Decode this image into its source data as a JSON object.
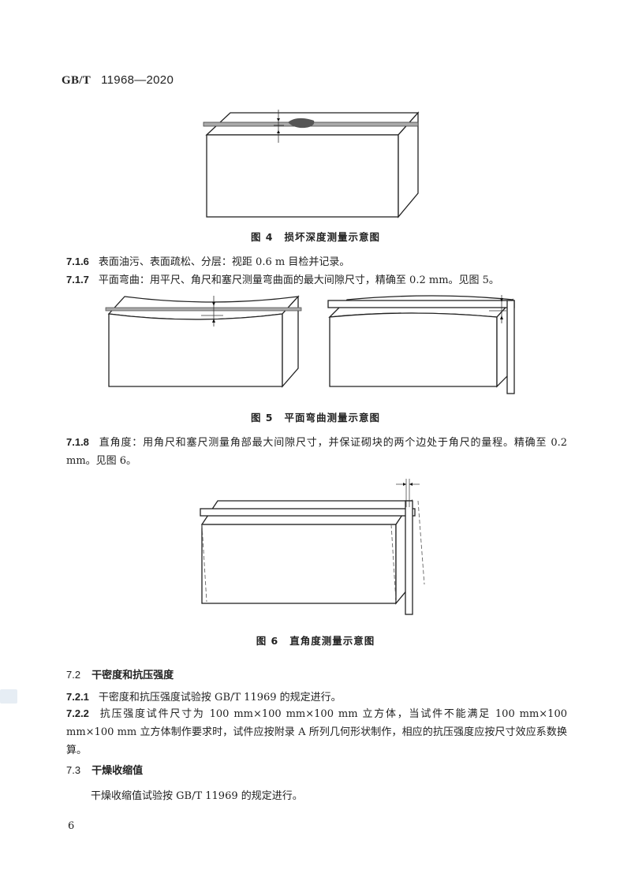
{
  "header": {
    "standard_prefix": "GB/T",
    "standard_number": "11968—2020"
  },
  "figures": [
    {
      "id": "fig4",
      "number": "图 4",
      "title": "损坏深度测量示意图"
    },
    {
      "id": "fig5",
      "number": "图 5",
      "title": "平面弯曲测量示意图"
    },
    {
      "id": "fig6",
      "number": "图 6",
      "title": "直角度测量示意图"
    }
  ],
  "clauses": {
    "c716": {
      "number": "7.1.6",
      "text": "表面油污、表面疏松、分层：视距 0.6 m 目检并记录。"
    },
    "c717": {
      "number": "7.1.7",
      "text": "平面弯曲：用平尺、角尺和塞尺测量弯曲面的最大间隙尺寸，精确至 0.2 mm。见图 5。"
    },
    "c718": {
      "number": "7.1.8",
      "text": "直角度：用角尺和塞尺测量角部最大间隙尺寸，并保证砌块的两个边处于角尺的量程。精确至 0.2 mm。见图 6。"
    },
    "s72": {
      "number": "7.2",
      "title": "干密度和抗压强度"
    },
    "c721": {
      "number": "7.2.1",
      "text": "干密度和抗压强度试验按 GB/T 11969 的规定进行。"
    },
    "c722": {
      "number": "7.2.2",
      "text": "抗压强度试件尺寸为 100 mm×100 mm×100 mm 立方体，当试件不能满足 100 mm×100 mm×100 mm 立方体制作要求时，试件应按附录 A 所列几何形状制作，相应的抗压强度应按尺寸效应系数换算。"
    },
    "s73": {
      "number": "7.3",
      "title": "干燥收缩值"
    },
    "p73": {
      "text": "干燥收缩值试验按 GB/T 11969 的规定进行。"
    }
  },
  "footer": {
    "page_number": "6"
  }
}
